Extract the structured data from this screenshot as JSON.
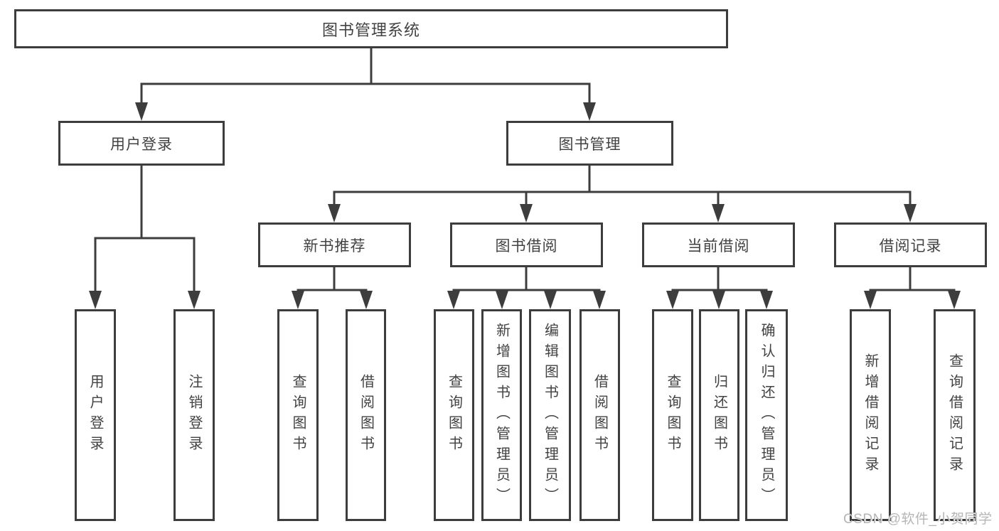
{
  "colors": {
    "line": "#3d3d3d",
    "text": "#424242",
    "background": "#ffffff",
    "watermark": "#b5b5b5"
  },
  "watermark": {
    "text": "CSDN @软件_小贺同学"
  },
  "nodes": {
    "root": {
      "label": "图书管理系统"
    },
    "user_login": {
      "label": "用户登录"
    },
    "book_mgmt": {
      "label": "图书管理"
    },
    "login_leaf": {
      "label": "用户登录"
    },
    "logout_leaf": {
      "label": "注销登录"
    },
    "new_book_rec": {
      "label": "新书推荐"
    },
    "book_borrow": {
      "label": "图书借阅"
    },
    "current_borrow": {
      "label": "当前借阅"
    },
    "borrow_record": {
      "label": "借阅记录"
    },
    "rec_query_book": {
      "label": "查询图书"
    },
    "rec_borrow_book": {
      "label": "借阅图书"
    },
    "bb_query_book": {
      "label": "查询图书"
    },
    "bb_add_book": {
      "label": "新增图书（管理员）"
    },
    "bb_edit_book": {
      "label": "编辑图书（管理员）"
    },
    "bb_borrow_book": {
      "label": "借阅图书"
    },
    "cb_query_book": {
      "label": "查询图书"
    },
    "cb_return_book": {
      "label": "归还图书"
    },
    "cb_confirm_return": {
      "label": "确认归还（管理员）"
    },
    "br_add_record": {
      "label": "新增借阅记录"
    },
    "br_query_record": {
      "label": "查询借阅记录"
    }
  },
  "hierarchy": {
    "图书管理系统": {
      "用户登录": [
        "用户登录",
        "注销登录"
      ],
      "图书管理": {
        "新书推荐": [
          "查询图书",
          "借阅图书"
        ],
        "图书借阅": [
          "查询图书",
          "新增图书（管理员）",
          "编辑图书（管理员）",
          "借阅图书"
        ],
        "当前借阅": [
          "查询图书",
          "归还图书",
          "确认归还（管理员）"
        ],
        "借阅记录": [
          "新增借阅记录",
          "查询借阅记录"
        ]
      }
    }
  }
}
